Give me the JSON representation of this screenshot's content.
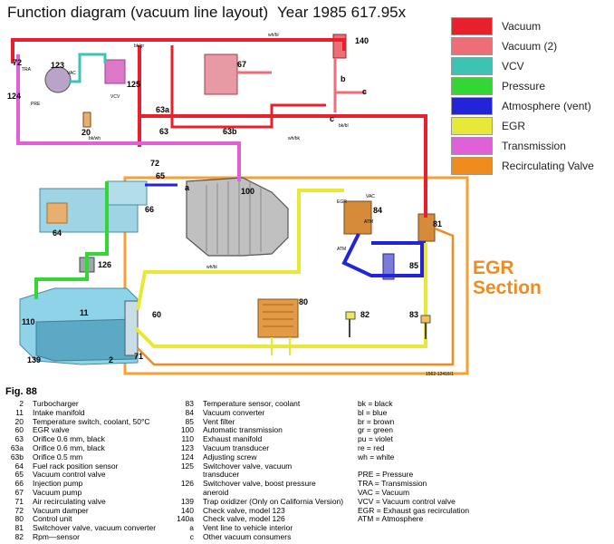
{
  "header": {
    "title": "Function diagram (vacuum line layout)",
    "year": "Year 1985 617.95x"
  },
  "legend": [
    {
      "label": "Vacuum",
      "color": "#e8202c"
    },
    {
      "label": "Vacuum (2)",
      "color": "#ee6e78"
    },
    {
      "label": "VCV",
      "color": "#3cc3b4"
    },
    {
      "label": "Pressure",
      "color": "#33d633"
    },
    {
      "label": "Atmosphere (vent)",
      "color": "#2323d8"
    },
    {
      "label": "EGR",
      "color": "#e8e838"
    },
    {
      "label": "Transmission",
      "color": "#e060d8"
    },
    {
      "label": "Recirculating Valve",
      "color": "#f08c1e"
    }
  ],
  "egr_section": {
    "line1": "EGR",
    "line2": "Section"
  },
  "callouts": {
    "c72": "72",
    "c123": "123",
    "c124": "124",
    "c125": "125",
    "c20": "20",
    "c63a": "63a",
    "c63": "63",
    "c63b": "63b",
    "c67": "67",
    "c140": "140",
    "c65": "65",
    "c100": "100",
    "c66": "66",
    "c64": "64",
    "c126": "126",
    "c84": "84",
    "c81": "81",
    "c85": "85",
    "c80": "80",
    "c82": "82",
    "c83": "83",
    "c110": "110",
    "c139": "139",
    "c60": "60",
    "c71": "71",
    "c11": "11",
    "c2": "2",
    "ca": "a",
    "cc": "c",
    "cb": "b",
    "tra": "TRA",
    "vac": "VAC",
    "pre": "PRE",
    "egr": "EGR",
    "atm": "ATM",
    "vcv": "VCV",
    "vac2": "VAC",
    "atm2": "ATM"
  },
  "wire_tags": {
    "t1": "wh/bl",
    "t2": "bk/gr",
    "t3": "wh/bk",
    "t4": "bk/wh",
    "t5": "wh/bl",
    "t6": "bk/bl"
  },
  "figure": {
    "label": "Fig. 88",
    "code": "1562-12416/1"
  },
  "parts_col1": [
    {
      "num": "2",
      "name": "Turbocharger"
    },
    {
      "num": "11",
      "name": "Intake manifold"
    },
    {
      "num": "20",
      "name": "Temperature switch, coolant, 50°C"
    },
    {
      "num": "60",
      "name": "EGR valve"
    },
    {
      "num": "63",
      "name": "Orifice 0.6 mm, black"
    },
    {
      "num": "63a",
      "name": "Orifice 0.6 mm, black"
    },
    {
      "num": "63b",
      "name": "Orifice 0.5 mm"
    },
    {
      "num": "64",
      "name": "Fuel rack position sensor"
    },
    {
      "num": "65",
      "name": "Vacuum control valve"
    },
    {
      "num": "66",
      "name": "Injection pump"
    },
    {
      "num": "67",
      "name": "Vacuum pump"
    },
    {
      "num": "71",
      "name": "Air recirculating valve"
    },
    {
      "num": "72",
      "name": "Vacuum damper"
    },
    {
      "num": "80",
      "name": "Control unit"
    },
    {
      "num": "81",
      "name": "Switchover valve, vacuum converter"
    },
    {
      "num": "82",
      "name": "Rpm—sensor"
    }
  ],
  "parts_col2": [
    {
      "num": "83",
      "name": "Temperature sensor, coolant"
    },
    {
      "num": "84",
      "name": "Vacuum converter"
    },
    {
      "num": "85",
      "name": "Vent filter"
    },
    {
      "num": "100",
      "name": "Automatic transmission"
    },
    {
      "num": "110",
      "name": "Exhaust manifold"
    },
    {
      "num": "123",
      "name": "Vacuum transducer"
    },
    {
      "num": "124",
      "name": "Adjusting screw"
    },
    {
      "num": "125",
      "name": "Switchover valve, vacuum"
    },
    {
      "num": "",
      "name": "transducer"
    },
    {
      "num": "126",
      "name": "Switchover valve, boost pressure"
    },
    {
      "num": "",
      "name": "aneroid"
    },
    {
      "num": "139",
      "name": "Trap oxidizer (Only on California Version)"
    },
    {
      "num": "140",
      "name": "Check valve, model 123"
    },
    {
      "num": "140a",
      "name": "Check valve, model 126"
    },
    {
      "num": "a",
      "name": "Vent line to vehicle interior"
    },
    {
      "num": "c",
      "name": "Other vacuum consumers"
    }
  ],
  "color_codes": [
    "bk = black",
    "bl = blue",
    "br = brown",
    "gr = green",
    "pu = violet",
    "re = red",
    "wh = white"
  ],
  "abbreviations": [
    "PRE = Pressure",
    "TRA = Transmission",
    "VAC = Vacuum",
    "VCV = Vacuum control valve",
    "EGR = Exhaust gas recirculation",
    "ATM = Atmosphere"
  ]
}
